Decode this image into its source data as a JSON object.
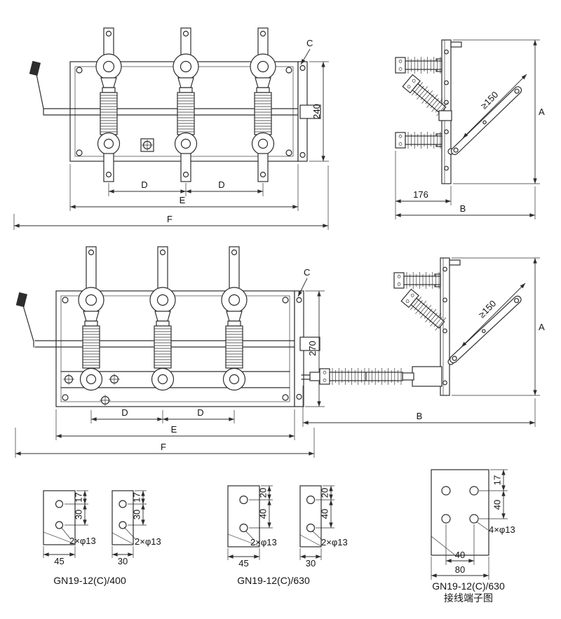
{
  "drawing": {
    "front_240": {
      "label_c": "C",
      "dim_height": "240",
      "dim_d": "D",
      "dim_e": "E",
      "dim_f": "F"
    },
    "side_240": {
      "dim_arm": "≥150",
      "dim_a": "A",
      "dim_depth": "176",
      "dim_b": "B"
    },
    "front_270": {
      "label_c": "C",
      "dim_height": "270",
      "dim_d": "D",
      "dim_e": "E",
      "dim_f": "F"
    },
    "side_270": {
      "dim_arm": "≥150",
      "dim_a": "A",
      "dim_b": "B"
    },
    "terminal_400": {
      "caption": "GN19-12(C)/400",
      "plates": [
        {
          "dim_top": "17",
          "dim_pitch": "30",
          "hole_label": "2×φ13",
          "dim_width": "45"
        },
        {
          "dim_top": "17",
          "dim_pitch": "30",
          "hole_label": "2×φ13",
          "dim_width": "30"
        }
      ]
    },
    "terminal_630": {
      "caption": "GN19-12(C)/630",
      "plates": [
        {
          "dim_top": "20",
          "dim_pitch": "40",
          "hole_label": "2×φ13",
          "dim_width": "45"
        },
        {
          "dim_top": "20",
          "dim_pitch": "40",
          "hole_label": "2×φ13",
          "dim_width": "30"
        }
      ]
    },
    "terminal_630_lug": {
      "caption_line1": "GN19-12(C)/630",
      "caption_line2": "接线端子图",
      "dim_top": "17",
      "dim_pitch_v": "40",
      "hole_label": "4×φ13",
      "dim_pitch_h": "40",
      "dim_width": "80"
    }
  }
}
